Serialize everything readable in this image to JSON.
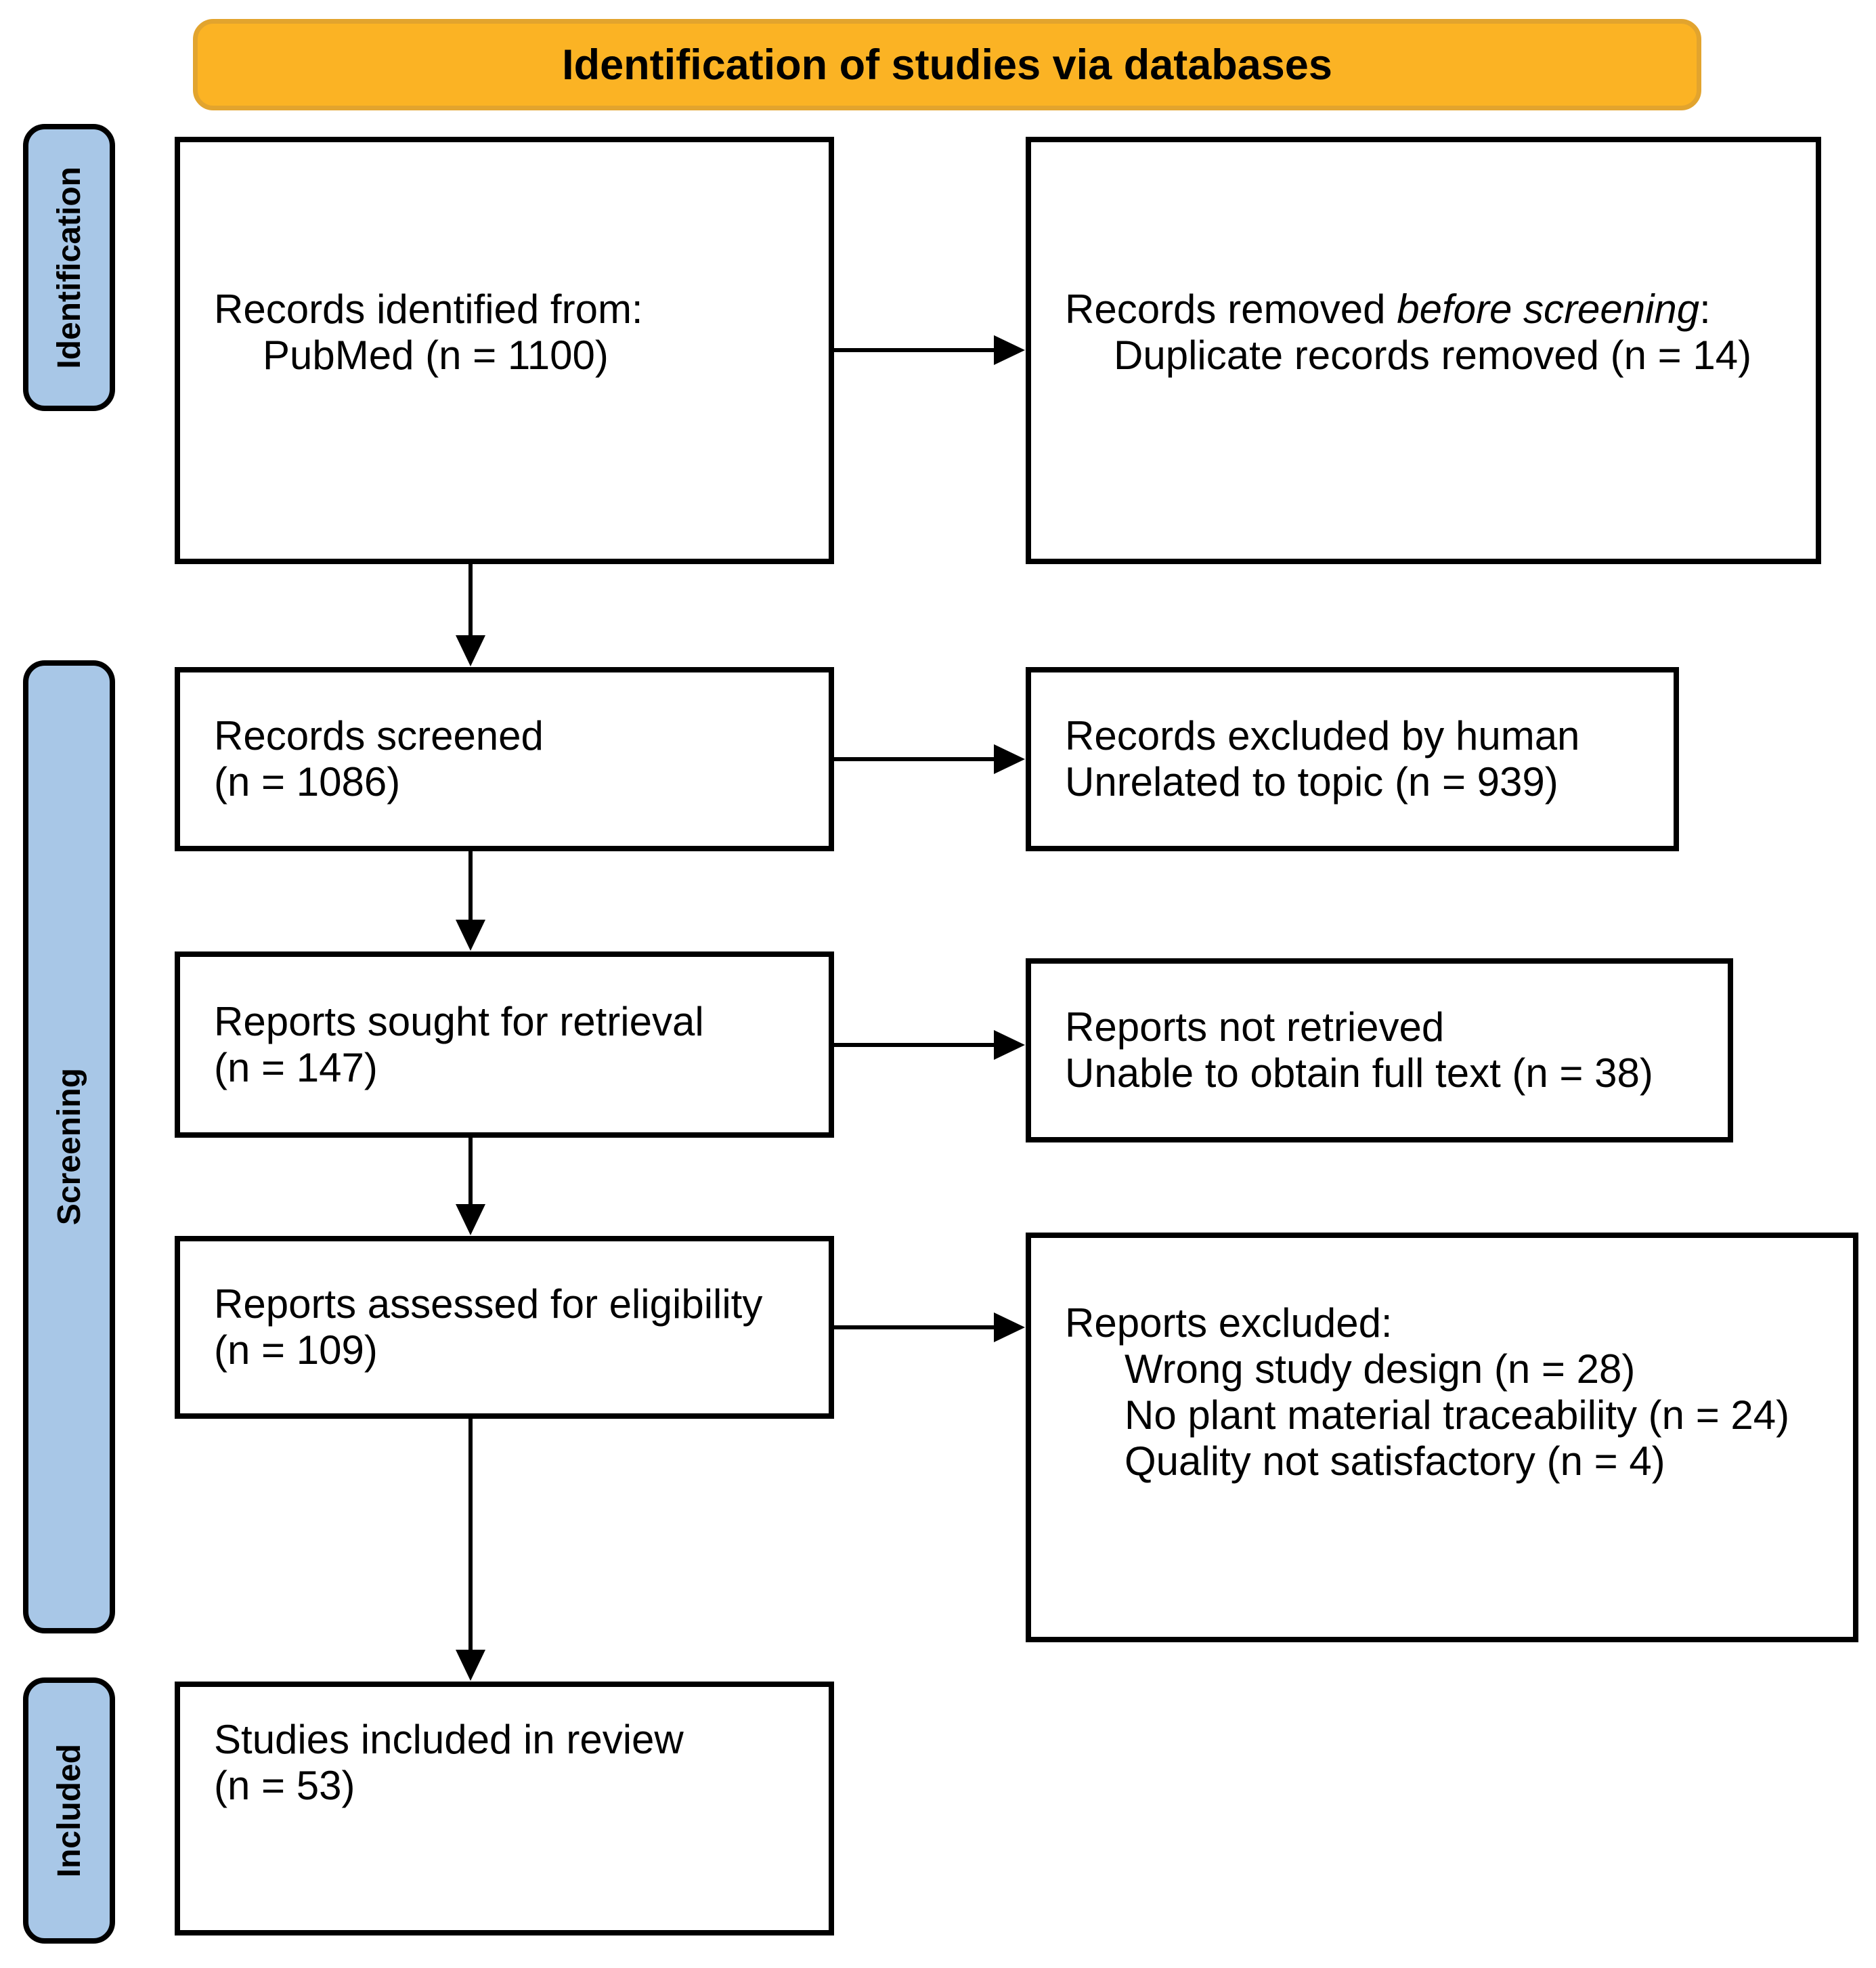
{
  "banner": {
    "label": "Identification of studies via databases"
  },
  "stages": {
    "identification": "Identification",
    "screening": "Screening",
    "included": "Included"
  },
  "boxes": {
    "identified": {
      "line1": "Records identified from:",
      "line2": "PubMed (n = 1100)"
    },
    "removed": {
      "line1_pre": "Records removed ",
      "line1_italic": "before screening",
      "line1_post": ":",
      "line2": "Duplicate records removed (n = 14)"
    },
    "screened": {
      "line1": "Records screened",
      "line2": "(n = 1086)"
    },
    "excluded_screening": {
      "line1": "Records excluded by human",
      "line2": "Unrelated to topic (n = 939)"
    },
    "sought": {
      "line1": "Reports sought for retrieval",
      "line2": "(n = 147)"
    },
    "not_retrieved": {
      "line1": "Reports not retrieved",
      "line2": "Unable to obtain full text (n = 38)"
    },
    "assessed": {
      "line1": "Reports assessed for eligibility",
      "line2": "(n = 109)"
    },
    "reports_excluded": {
      "line1": "Reports excluded:",
      "reasons": [
        "Wrong study design (n = 28)",
        "No plant material traceability (n = 24)",
        "Quality not satisfactory (n = 4)"
      ]
    },
    "included_review": {
      "line1": "Studies included in review",
      "line2": "(n = 53)"
    }
  },
  "colors": {
    "banner_fill": "#FBB324",
    "banner_border": "#E2A42E",
    "stage_tab_fill": "#A8C7E7",
    "box_border": "#000000",
    "text": "#000000"
  }
}
